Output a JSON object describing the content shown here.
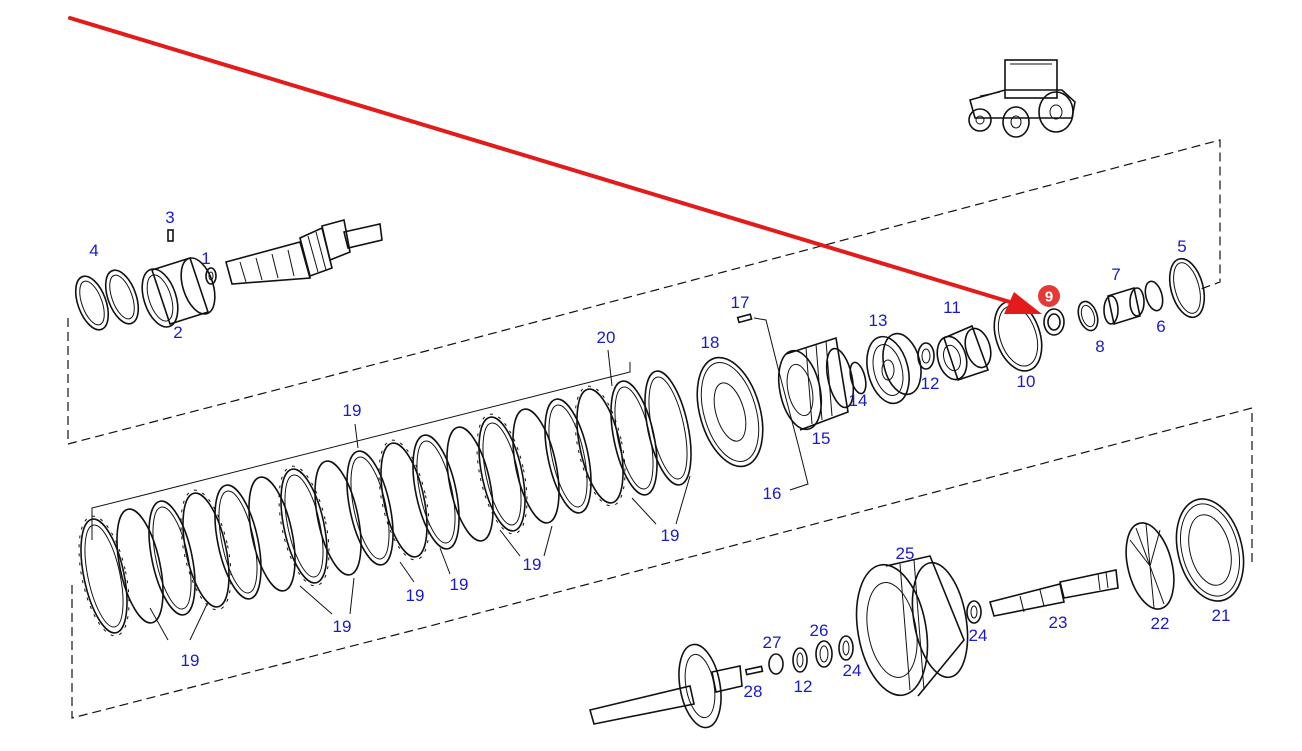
{
  "colors": {
    "label": "#1a1ac8",
    "highlight": "#e53935",
    "highlight_text": "#ffffff",
    "arrow": "#e31b1b",
    "line": "#111111"
  },
  "highlight": {
    "part_number": "9"
  },
  "labels": [
    "1",
    "2",
    "3",
    "4",
    "5",
    "6",
    "7",
    "8",
    "10",
    "11",
    "12",
    "12",
    "13",
    "14",
    "15",
    "16",
    "17",
    "18",
    "19",
    "19",
    "19",
    "19",
    "19",
    "19",
    "19",
    "20",
    "21",
    "22",
    "23",
    "24",
    "24",
    "25",
    "26",
    "27",
    "28"
  ]
}
